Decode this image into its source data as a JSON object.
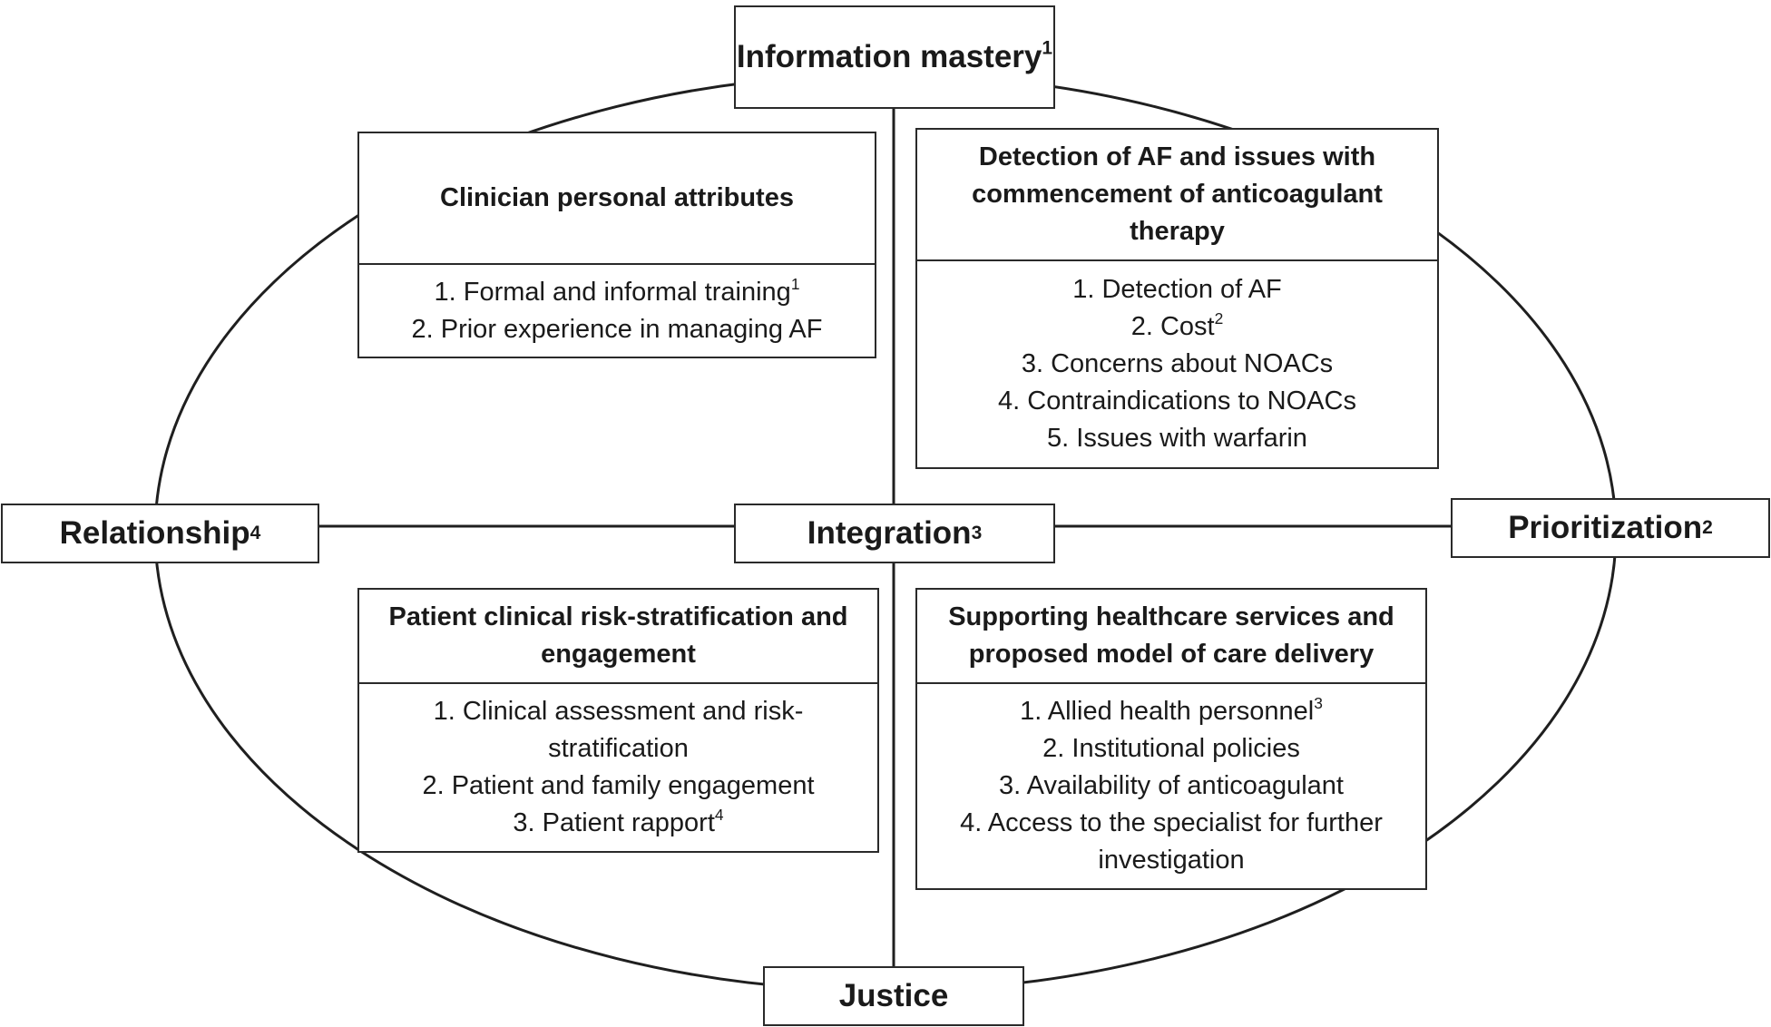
{
  "nodes": {
    "top": {
      "label": "Information mastery",
      "sup": "1"
    },
    "left": {
      "label": "Relationship",
      "sup": "4"
    },
    "center": {
      "label": "Integration",
      "sup": "3"
    },
    "right": {
      "label": "Prioritization",
      "sup": "2"
    },
    "bottom": {
      "label": "Justice",
      "sup": ""
    }
  },
  "themes": {
    "top_left": {
      "title": "Clinician personal attributes",
      "items": [
        {
          "text": "1. Formal and informal training",
          "sup": "1"
        },
        {
          "text": "2. Prior experience in managing AF",
          "sup": ""
        }
      ]
    },
    "top_right": {
      "title": "Detection of AF and issues with commencement of anticoagulant therapy",
      "items": [
        {
          "text": "1. Detection of AF",
          "sup": ""
        },
        {
          "text": "2. Cost",
          "sup": "2"
        },
        {
          "text": "3. Concerns about NOACs",
          "sup": ""
        },
        {
          "text": "4. Contraindications to NOACs",
          "sup": ""
        },
        {
          "text": "5. Issues with warfarin",
          "sup": ""
        }
      ]
    },
    "bottom_left": {
      "title": "Patient clinical risk-stratification and engagement",
      "items": [
        {
          "text": "1. Clinical assessment and risk-stratification",
          "sup": ""
        },
        {
          "text": "2. Patient and family engagement",
          "sup": ""
        },
        {
          "text": "3. Patient rapport",
          "sup": "4"
        }
      ]
    },
    "bottom_right": {
      "title": "Supporting healthcare services and proposed model of care delivery",
      "items": [
        {
          "text": "1. Allied health personnel",
          "sup": "3"
        },
        {
          "text": "2. Institutional policies",
          "sup": ""
        },
        {
          "text": "3. Availability of anticoagulant",
          "sup": ""
        },
        {
          "text": "4. Access to the specialist for further investigation",
          "sup": ""
        }
      ]
    }
  },
  "colors": {
    "line": "#1f1f1f",
    "border": "#2a2a2a",
    "text": "#1a1a1a"
  }
}
